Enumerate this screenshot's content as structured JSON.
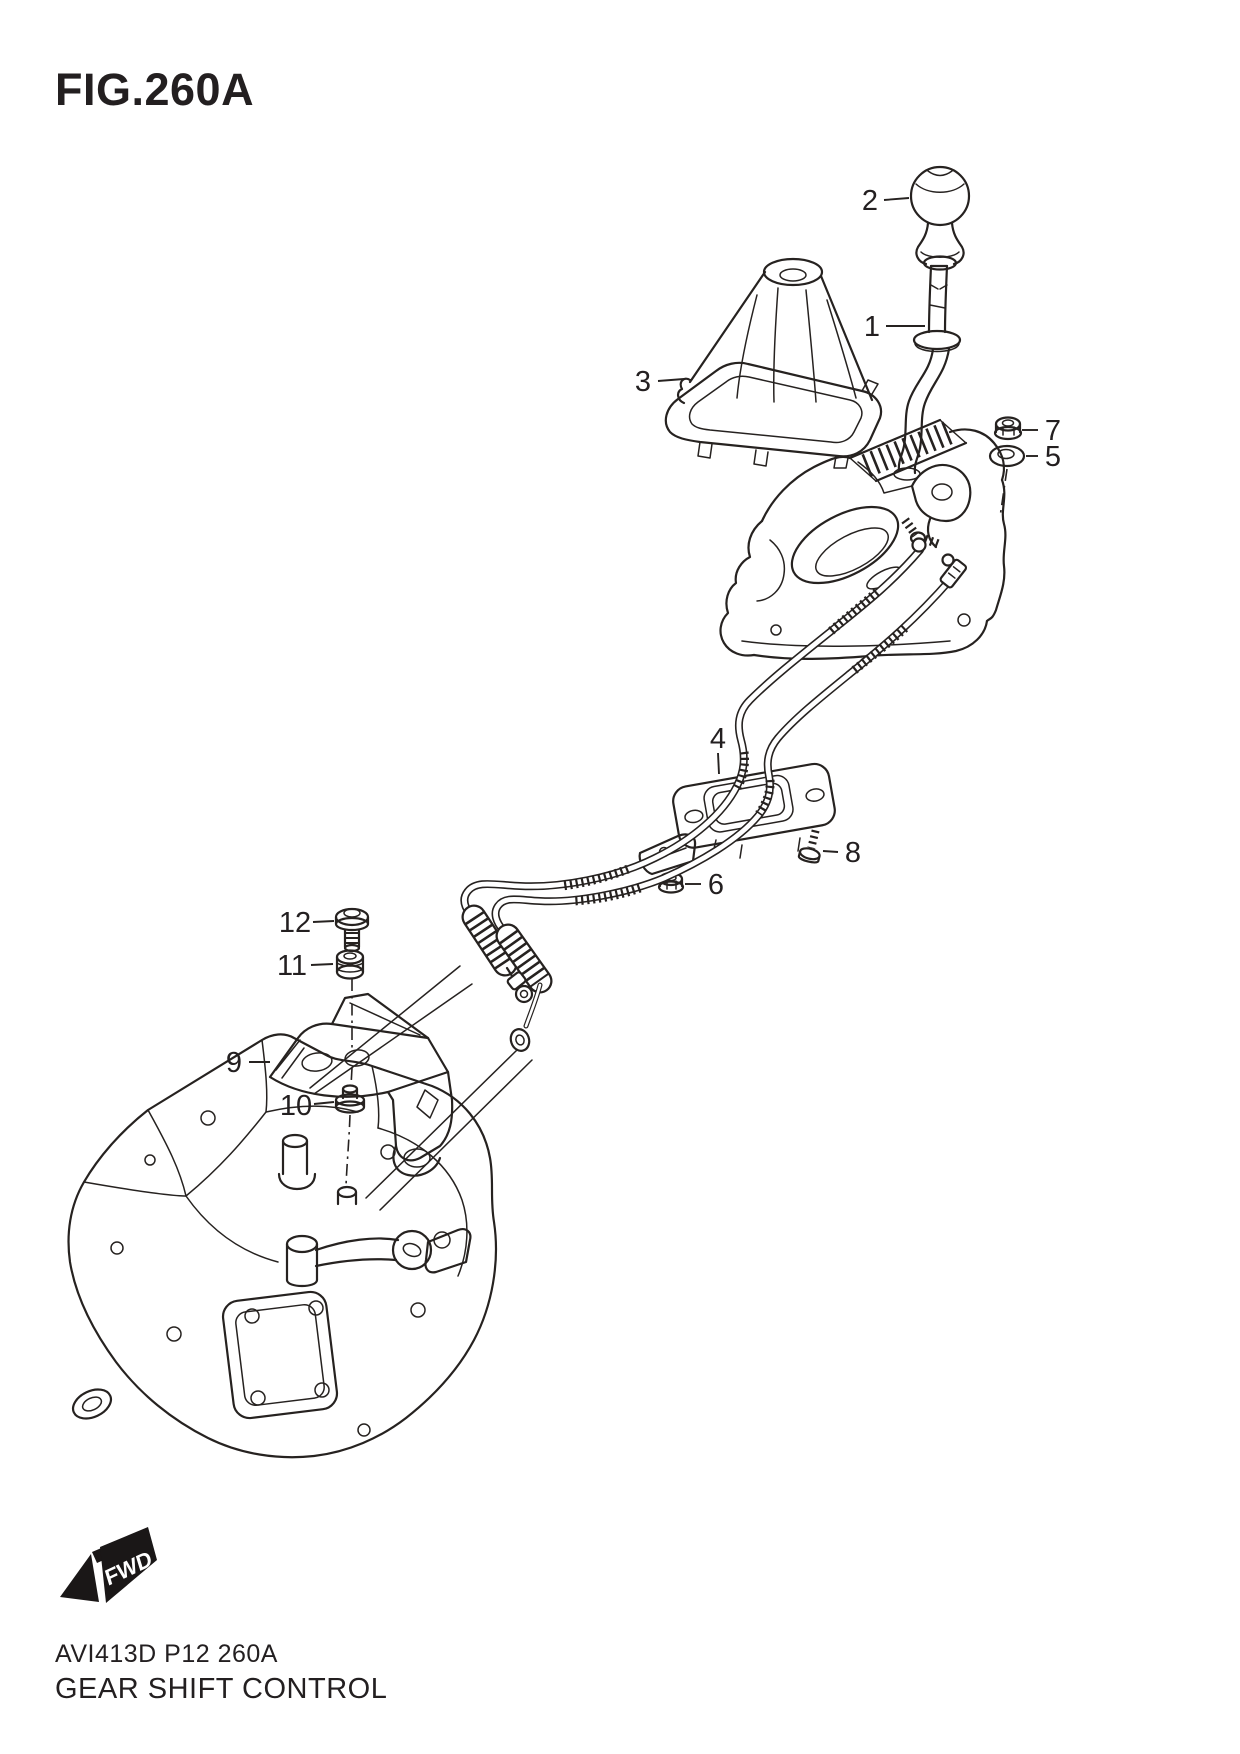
{
  "header": {
    "title": "FIG.260A"
  },
  "footer": {
    "code": "AVI413D P12 260A",
    "caption": "GEAR SHIFT CONTROL"
  },
  "fwd_badge": {
    "label": "FWD"
  },
  "diagram": {
    "line_color": "#262220",
    "background_color": "#ffffff",
    "callouts": [
      {
        "number": "1"
      },
      {
        "number": "2"
      },
      {
        "number": "3"
      },
      {
        "number": "4"
      },
      {
        "number": "5"
      },
      {
        "number": "6"
      },
      {
        "number": "7"
      },
      {
        "number": "8"
      },
      {
        "number": "9"
      },
      {
        "number": "10"
      },
      {
        "number": "11"
      },
      {
        "number": "12"
      }
    ]
  }
}
